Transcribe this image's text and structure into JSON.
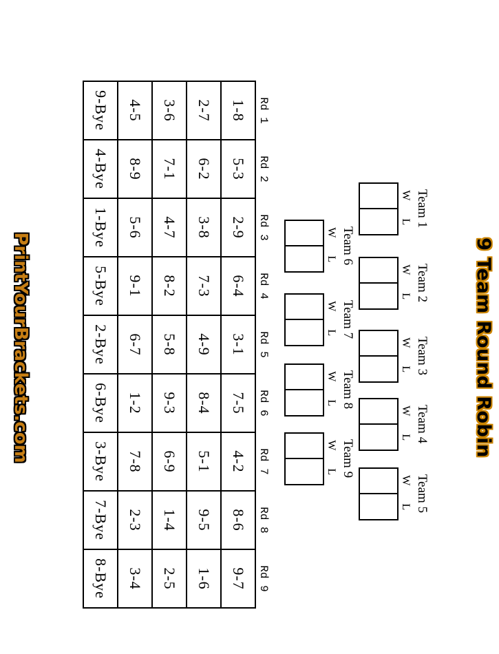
{
  "page": {
    "title": "9 Team Round Robin",
    "watermark": "PrintYourBrackets.com"
  },
  "colors": {
    "background": "#ffffff",
    "line": "#000000",
    "title_fill": "#000000",
    "title_outline": "#cc8500",
    "watermark_fill": "#c67e14",
    "watermark_outline": "#000000"
  },
  "teams": {
    "win_label": "W",
    "loss_label": "L",
    "row1": [
      {
        "name": "Team 1"
      },
      {
        "name": "Team 2"
      },
      {
        "name": "Team 3"
      },
      {
        "name": "Team 4"
      },
      {
        "name": "Team 5"
      }
    ],
    "row2": [
      {
        "name": "Team 6"
      },
      {
        "name": "Team 7"
      },
      {
        "name": "Team 8"
      },
      {
        "name": "Team 9"
      }
    ]
  },
  "schedule": {
    "rounds": [
      {
        "header": "Rd 1",
        "matches": [
          "1-8",
          "2-7",
          "3-6",
          "4-5"
        ],
        "bye": "9-Bye"
      },
      {
        "header": "Rd 2",
        "matches": [
          "5-3",
          "6-2",
          "7-1",
          "8-9"
        ],
        "bye": "4-Bye"
      },
      {
        "header": "Rd 3",
        "matches": [
          "2-9",
          "3-8",
          "4-7",
          "5-6"
        ],
        "bye": "1-Bye"
      },
      {
        "header": "Rd 4",
        "matches": [
          "6-4",
          "7-3",
          "8-2",
          "9-1"
        ],
        "bye": "5-Bye"
      },
      {
        "header": "Rd 5",
        "matches": [
          "3-1",
          "4-9",
          "5-8",
          "6-7"
        ],
        "bye": "2-Bye"
      },
      {
        "header": "Rd 6",
        "matches": [
          "7-5",
          "8-4",
          "9-3",
          "1-2"
        ],
        "bye": "6-Bye"
      },
      {
        "header": "Rd 7",
        "matches": [
          "4-2",
          "5-1",
          "6-9",
          "7-8"
        ],
        "bye": "3-Bye"
      },
      {
        "header": "Rd 8",
        "matches": [
          "8-6",
          "9-5",
          "1-4",
          "2-3"
        ],
        "bye": "7-Bye"
      },
      {
        "header": "Rd 9",
        "matches": [
          "9-7",
          "1-6",
          "2-5",
          "3-4"
        ],
        "bye": "8-Bye"
      }
    ]
  }
}
